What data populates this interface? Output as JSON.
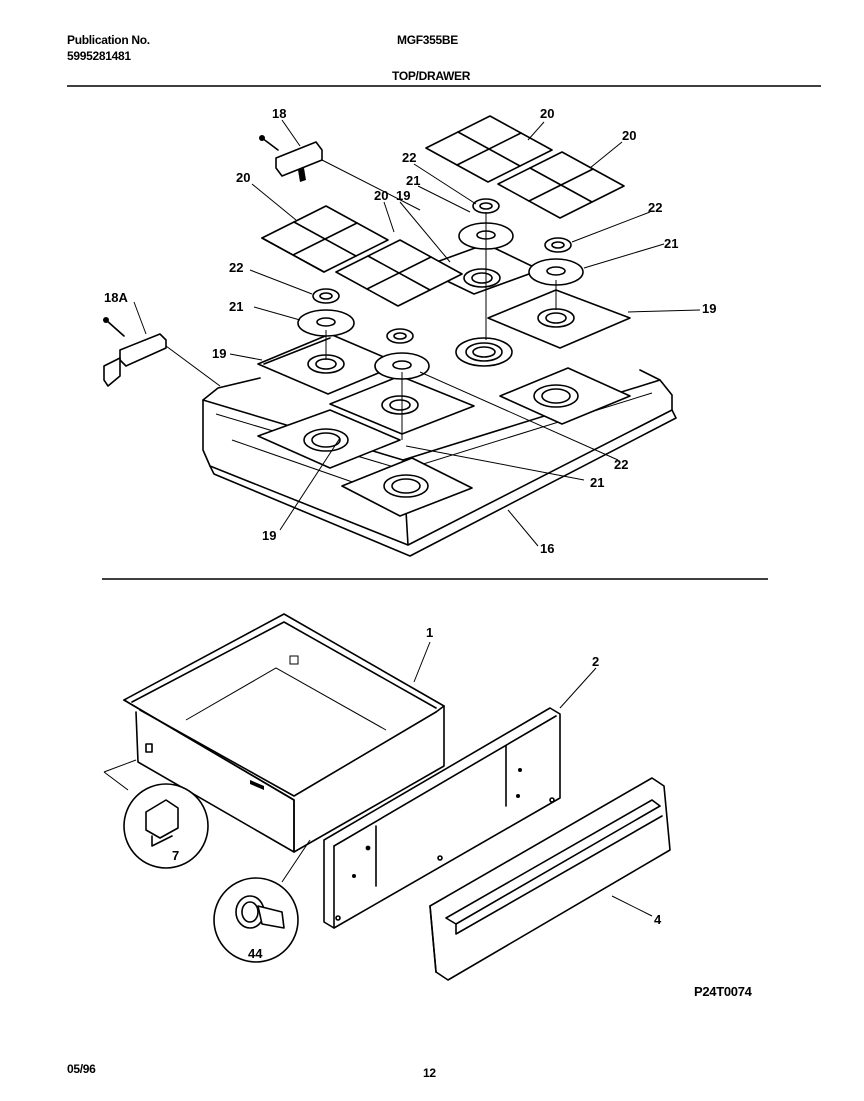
{
  "header": {
    "publication_label": "Publication No.",
    "publication_number": "5995281481",
    "model": "MGF355BE",
    "section": "TOP/DRAWER"
  },
  "footer": {
    "date": "05/96",
    "page": "12",
    "diagram_code": "P24T0074"
  },
  "callouts": {
    "c18": "18",
    "c18a": "18A",
    "c20a": "20",
    "c20b": "20",
    "c20c": "20",
    "c20d": "20",
    "c19a": "19",
    "c19b": "19",
    "c19c": "19",
    "c19d": "19",
    "c21a": "21",
    "c21b": "21",
    "c21c": "21",
    "c21d": "21",
    "c22a": "22",
    "c22b": "22",
    "c22c": "22",
    "c22d": "22",
    "c16": "16",
    "c1": "1",
    "c2": "2",
    "c4": "4",
    "c7": "7",
    "c44": "44"
  }
}
